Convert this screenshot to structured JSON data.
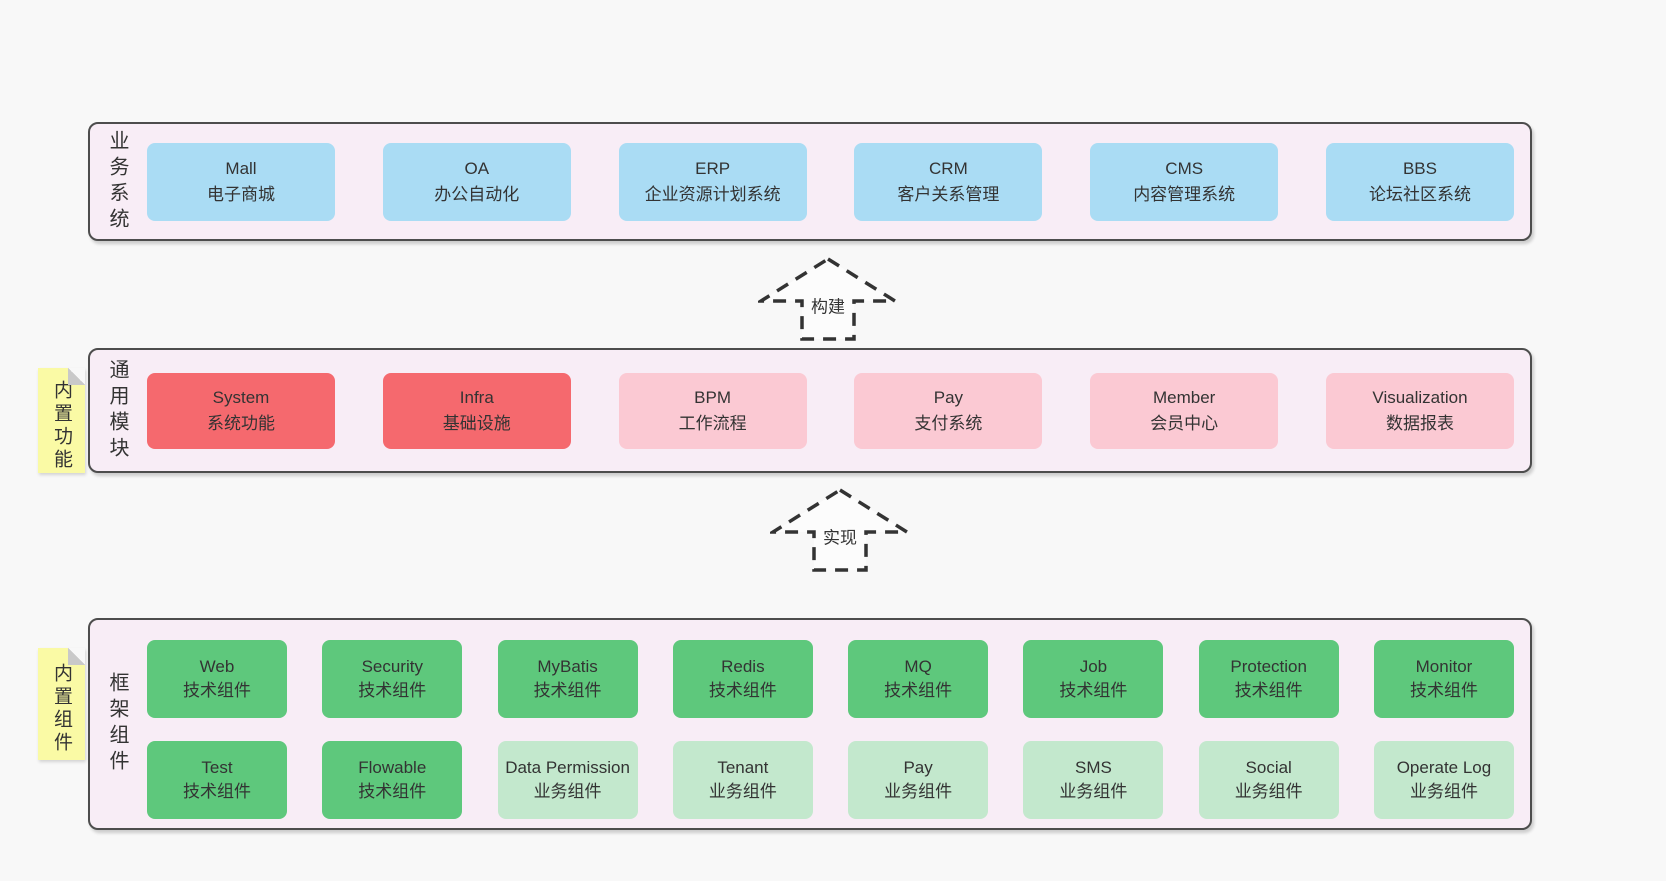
{
  "colors": {
    "page_bg": "#f8f8f8",
    "panel_bg": "#f8edf6",
    "panel_border": "#4d4d4d",
    "box_blue": "#aadcf4",
    "box_red": "#f5696e",
    "box_pink": "#fbc9d3",
    "box_green": "#5ec87c",
    "box_light_green": "#c3e8cd",
    "note_yellow": "#fafaa5",
    "note_fold_gray": "#c9c9c9",
    "text": "#333333"
  },
  "arrows": [
    {
      "label": "构建"
    },
    {
      "label": "实现"
    }
  ],
  "layers": [
    {
      "label": "业务系统",
      "boxes": [
        {
          "name": "Mall",
          "subtitle": "电子商城"
        },
        {
          "name": "OA",
          "subtitle": "办公自动化"
        },
        {
          "name": "ERP",
          "subtitle": "企业资源计划系统"
        },
        {
          "name": "CRM",
          "subtitle": "客户关系管理"
        },
        {
          "name": "CMS",
          "subtitle": "内容管理系统"
        },
        {
          "name": "BBS",
          "subtitle": "论坛社区系统"
        }
      ]
    },
    {
      "label": "通用模块",
      "note": "内置功能",
      "boxes": [
        {
          "name": "System",
          "subtitle": "系统功能"
        },
        {
          "name": "Infra",
          "subtitle": "基础设施"
        },
        {
          "name": "BPM",
          "subtitle": "工作流程"
        },
        {
          "name": "Pay",
          "subtitle": "支付系统"
        },
        {
          "name": "Member",
          "subtitle": "会员中心"
        },
        {
          "name": "Visualization",
          "subtitle": "数据报表"
        }
      ]
    },
    {
      "label": "框架组件",
      "note": "内置组件",
      "rows": [
        [
          {
            "name": "Web",
            "subtitle": "技术组件"
          },
          {
            "name": "Security",
            "subtitle": "技术组件"
          },
          {
            "name": "MyBatis",
            "subtitle": "技术组件"
          },
          {
            "name": "Redis",
            "subtitle": "技术组件"
          },
          {
            "name": "MQ",
            "subtitle": "技术组件"
          },
          {
            "name": "Job",
            "subtitle": "技术组件"
          },
          {
            "name": "Protection",
            "subtitle": "技术组件"
          },
          {
            "name": "Monitor",
            "subtitle": "技术组件"
          }
        ],
        [
          {
            "name": "Test",
            "subtitle": "技术组件"
          },
          {
            "name": "Flowable",
            "subtitle": "技术组件"
          },
          {
            "name": "Data Permission",
            "subtitle": "业务组件"
          },
          {
            "name": "Tenant",
            "subtitle": "业务组件"
          },
          {
            "name": "Pay",
            "subtitle": "业务组件"
          },
          {
            "name": "SMS",
            "subtitle": "业务组件"
          },
          {
            "name": "Social",
            "subtitle": "业务组件"
          },
          {
            "name": "Operate Log",
            "subtitle": "业务组件"
          }
        ]
      ]
    }
  ]
}
